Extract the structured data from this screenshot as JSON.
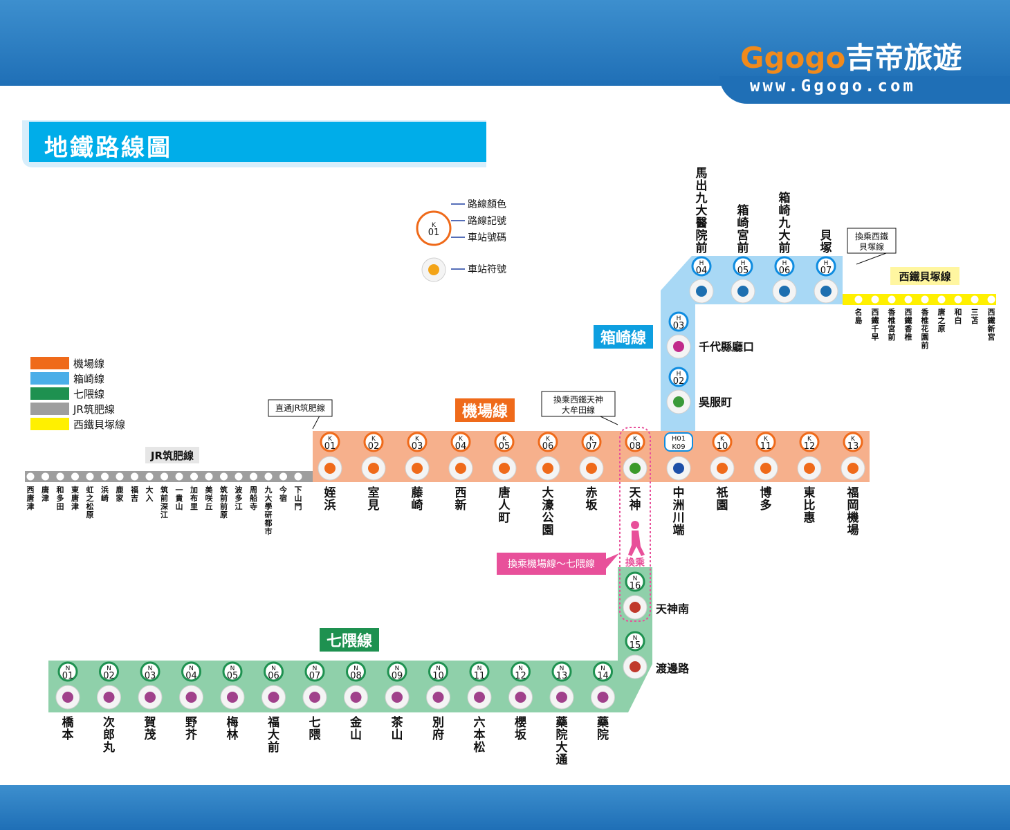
{
  "brand": {
    "logo_text": "Ggogo吉帝旅遊",
    "logo_latin": "Ggogo",
    "logo_cjk": "吉帝旅遊",
    "url": "www.Ggogo.com"
  },
  "page_title": "地鐵路線圖",
  "key": {
    "line_code": "K",
    "station_num": "01",
    "labels": [
      "路線顏色",
      "路線記號",
      "車站號碼",
      "車站符號"
    ]
  },
  "legend": [
    {
      "label": "機場線",
      "color": "#ef6a1a"
    },
    {
      "label": "箱崎線",
      "color": "#4aaee8"
    },
    {
      "label": "七隈線",
      "color": "#1e9150"
    },
    {
      "label": "JR筑肥線",
      "color": "#9e9e9e"
    },
    {
      "label": "西鐵貝塚線",
      "color": "#fff000"
    }
  ],
  "lines": {
    "kuko": {
      "name": "機場線",
      "code": "K",
      "color": "#ef6a1a",
      "band": "#f6b08c",
      "stations": [
        {
          "num": "01",
          "name": "姪浜"
        },
        {
          "num": "02",
          "name": "室見"
        },
        {
          "num": "03",
          "name": "藤崎"
        },
        {
          "num": "04",
          "name": "西新"
        },
        {
          "num": "05",
          "name": "唐人町"
        },
        {
          "num": "06",
          "name": "大濠公園"
        },
        {
          "num": "07",
          "name": "赤坂"
        },
        {
          "num": "08",
          "name": "天神"
        },
        {
          "num": "09",
          "name": "中洲川端"
        },
        {
          "num": "10",
          "name": "祇園"
        },
        {
          "num": "11",
          "name": "博多"
        },
        {
          "num": "12",
          "name": "東比惠"
        },
        {
          "num": "13",
          "name": "福岡機場"
        }
      ]
    },
    "hakozaki": {
      "name": "箱崎線",
      "code": "H",
      "color": "#0e8ce0",
      "band": "#a8d8f5",
      "stations": [
        {
          "num": "01",
          "name": "中洲川端"
        },
        {
          "num": "02",
          "name": "吳服町"
        },
        {
          "num": "03",
          "name": "千代縣廳口"
        },
        {
          "num": "04",
          "name": "馬出九大醫院前"
        },
        {
          "num": "05",
          "name": "箱崎宮前"
        },
        {
          "num": "06",
          "name": "箱崎九大前"
        },
        {
          "num": "07",
          "name": "貝塚"
        }
      ]
    },
    "nanakuma": {
      "name": "七隈線",
      "code": "N",
      "color": "#1e9150",
      "band": "#8fd0aa",
      "stations": [
        {
          "num": "01",
          "name": "橋本"
        },
        {
          "num": "02",
          "name": "次郎丸"
        },
        {
          "num": "03",
          "name": "賀茂"
        },
        {
          "num": "04",
          "name": "野芥"
        },
        {
          "num": "05",
          "name": "梅林"
        },
        {
          "num": "06",
          "name": "福大前"
        },
        {
          "num": "07",
          "name": "七隈"
        },
        {
          "num": "08",
          "name": "金山"
        },
        {
          "num": "09",
          "name": "茶山"
        },
        {
          "num": "10",
          "name": "別府"
        },
        {
          "num": "11",
          "name": "六本松"
        },
        {
          "num": "12",
          "name": "櫻坂"
        },
        {
          "num": "13",
          "name": "藥院大通"
        },
        {
          "num": "14",
          "name": "藥院"
        },
        {
          "num": "15",
          "name": "渡邊路"
        },
        {
          "num": "16",
          "name": "天神南"
        }
      ]
    },
    "jr": {
      "name": "JR筑肥線",
      "color": "#9e9e9e",
      "stations": [
        "西唐津",
        "唐津",
        "和多田",
        "東唐津",
        "虹之松原",
        "浜崎",
        "鹿家",
        "福吉",
        "大入",
        "筑前深江",
        "一貴山",
        "加布里",
        "美咲丘",
        "筑前前原",
        "波多江",
        "周船寺",
        "九大學研都市",
        "今宿",
        "下山門"
      ]
    },
    "nishitetsu": {
      "name": "西鐵貝塚線",
      "color": "#fff000",
      "stations": [
        "名島",
        "西鐵千早",
        "香椎宮前",
        "西鐵香椎",
        "香椎花園前",
        "唐之原",
        "和白",
        "三苫",
        "西鐵新宮"
      ]
    }
  },
  "callouts": {
    "jr_through": "直通JR筑肥線",
    "nishitetsu_tenjin": [
      "換乘西鐵天神",
      "大牟田線"
    ],
    "nishitetsu_kaizuka": [
      "換乘西鐵",
      "貝塚線"
    ],
    "transfer_banner": "換乘機場線～七隈線",
    "transfer_short": "換乘",
    "junction_code": [
      "H01",
      "K09"
    ]
  }
}
